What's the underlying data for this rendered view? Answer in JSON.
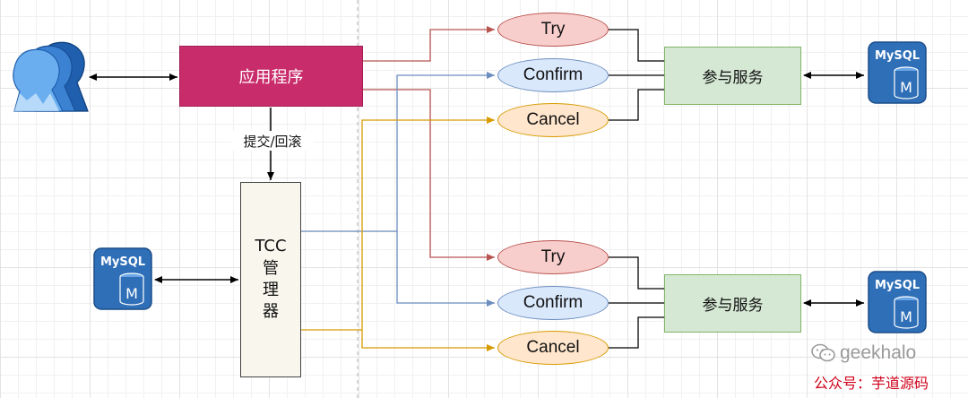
{
  "nodes": {
    "app": "应用程序",
    "tcc": [
      "TCC",
      "管",
      "理",
      "器"
    ],
    "service": "参与服务",
    "try": "Try",
    "confirm": "Confirm",
    "cancel": "Cancel",
    "edge_commit_rollback": "提交/回滚",
    "mysql": "MySQL",
    "mysql_badge": "M"
  },
  "watermark": {
    "brand": "geekhalo",
    "account": "公众号：芋道源码"
  },
  "colors": {
    "app_fill": "#c92c6b",
    "try_stroke": "#b85450",
    "confirm_stroke": "#6c8ebf",
    "cancel_stroke": "#d79b00",
    "service_fill": "#d5e8d4",
    "mysql_fill": "#2f6fb7"
  },
  "icons": {
    "users": "users-group-icon",
    "database": "mysql-database-icon"
  }
}
